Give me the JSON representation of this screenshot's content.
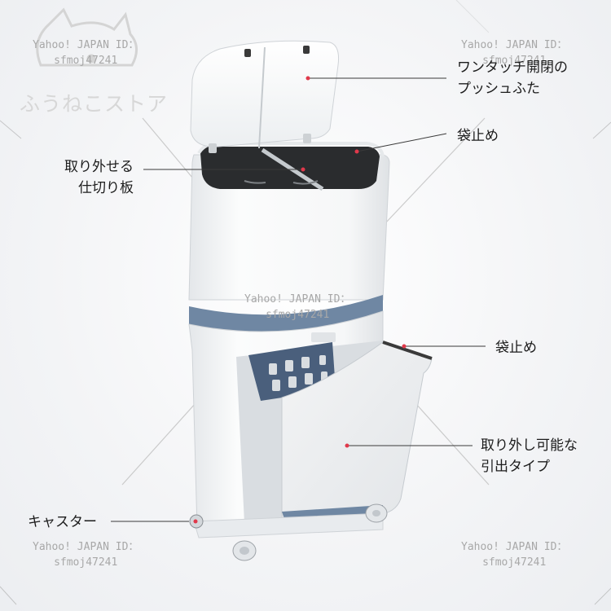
{
  "store_name": "ふうねこストア",
  "watermark": {
    "line1": "Yahoo! JAPAN ID：",
    "line2": "sfmoj47241"
  },
  "callouts": {
    "push_lid": [
      "ワンタッチ開閉の",
      "プッシュふた"
    ],
    "bag_stop_top": "袋止め",
    "divider": [
      "取り外せる",
      "仕切り板"
    ],
    "bag_stop_bottom": "袋止め",
    "drawer": [
      "取り外し可能な",
      "引出タイプ"
    ],
    "caster": "キャスター"
  },
  "colors": {
    "bin_body": "#f7f8f9",
    "accent_band": "#6f87a3",
    "callout_dot": "#e0394b",
    "lines": "#3a3a3a"
  }
}
